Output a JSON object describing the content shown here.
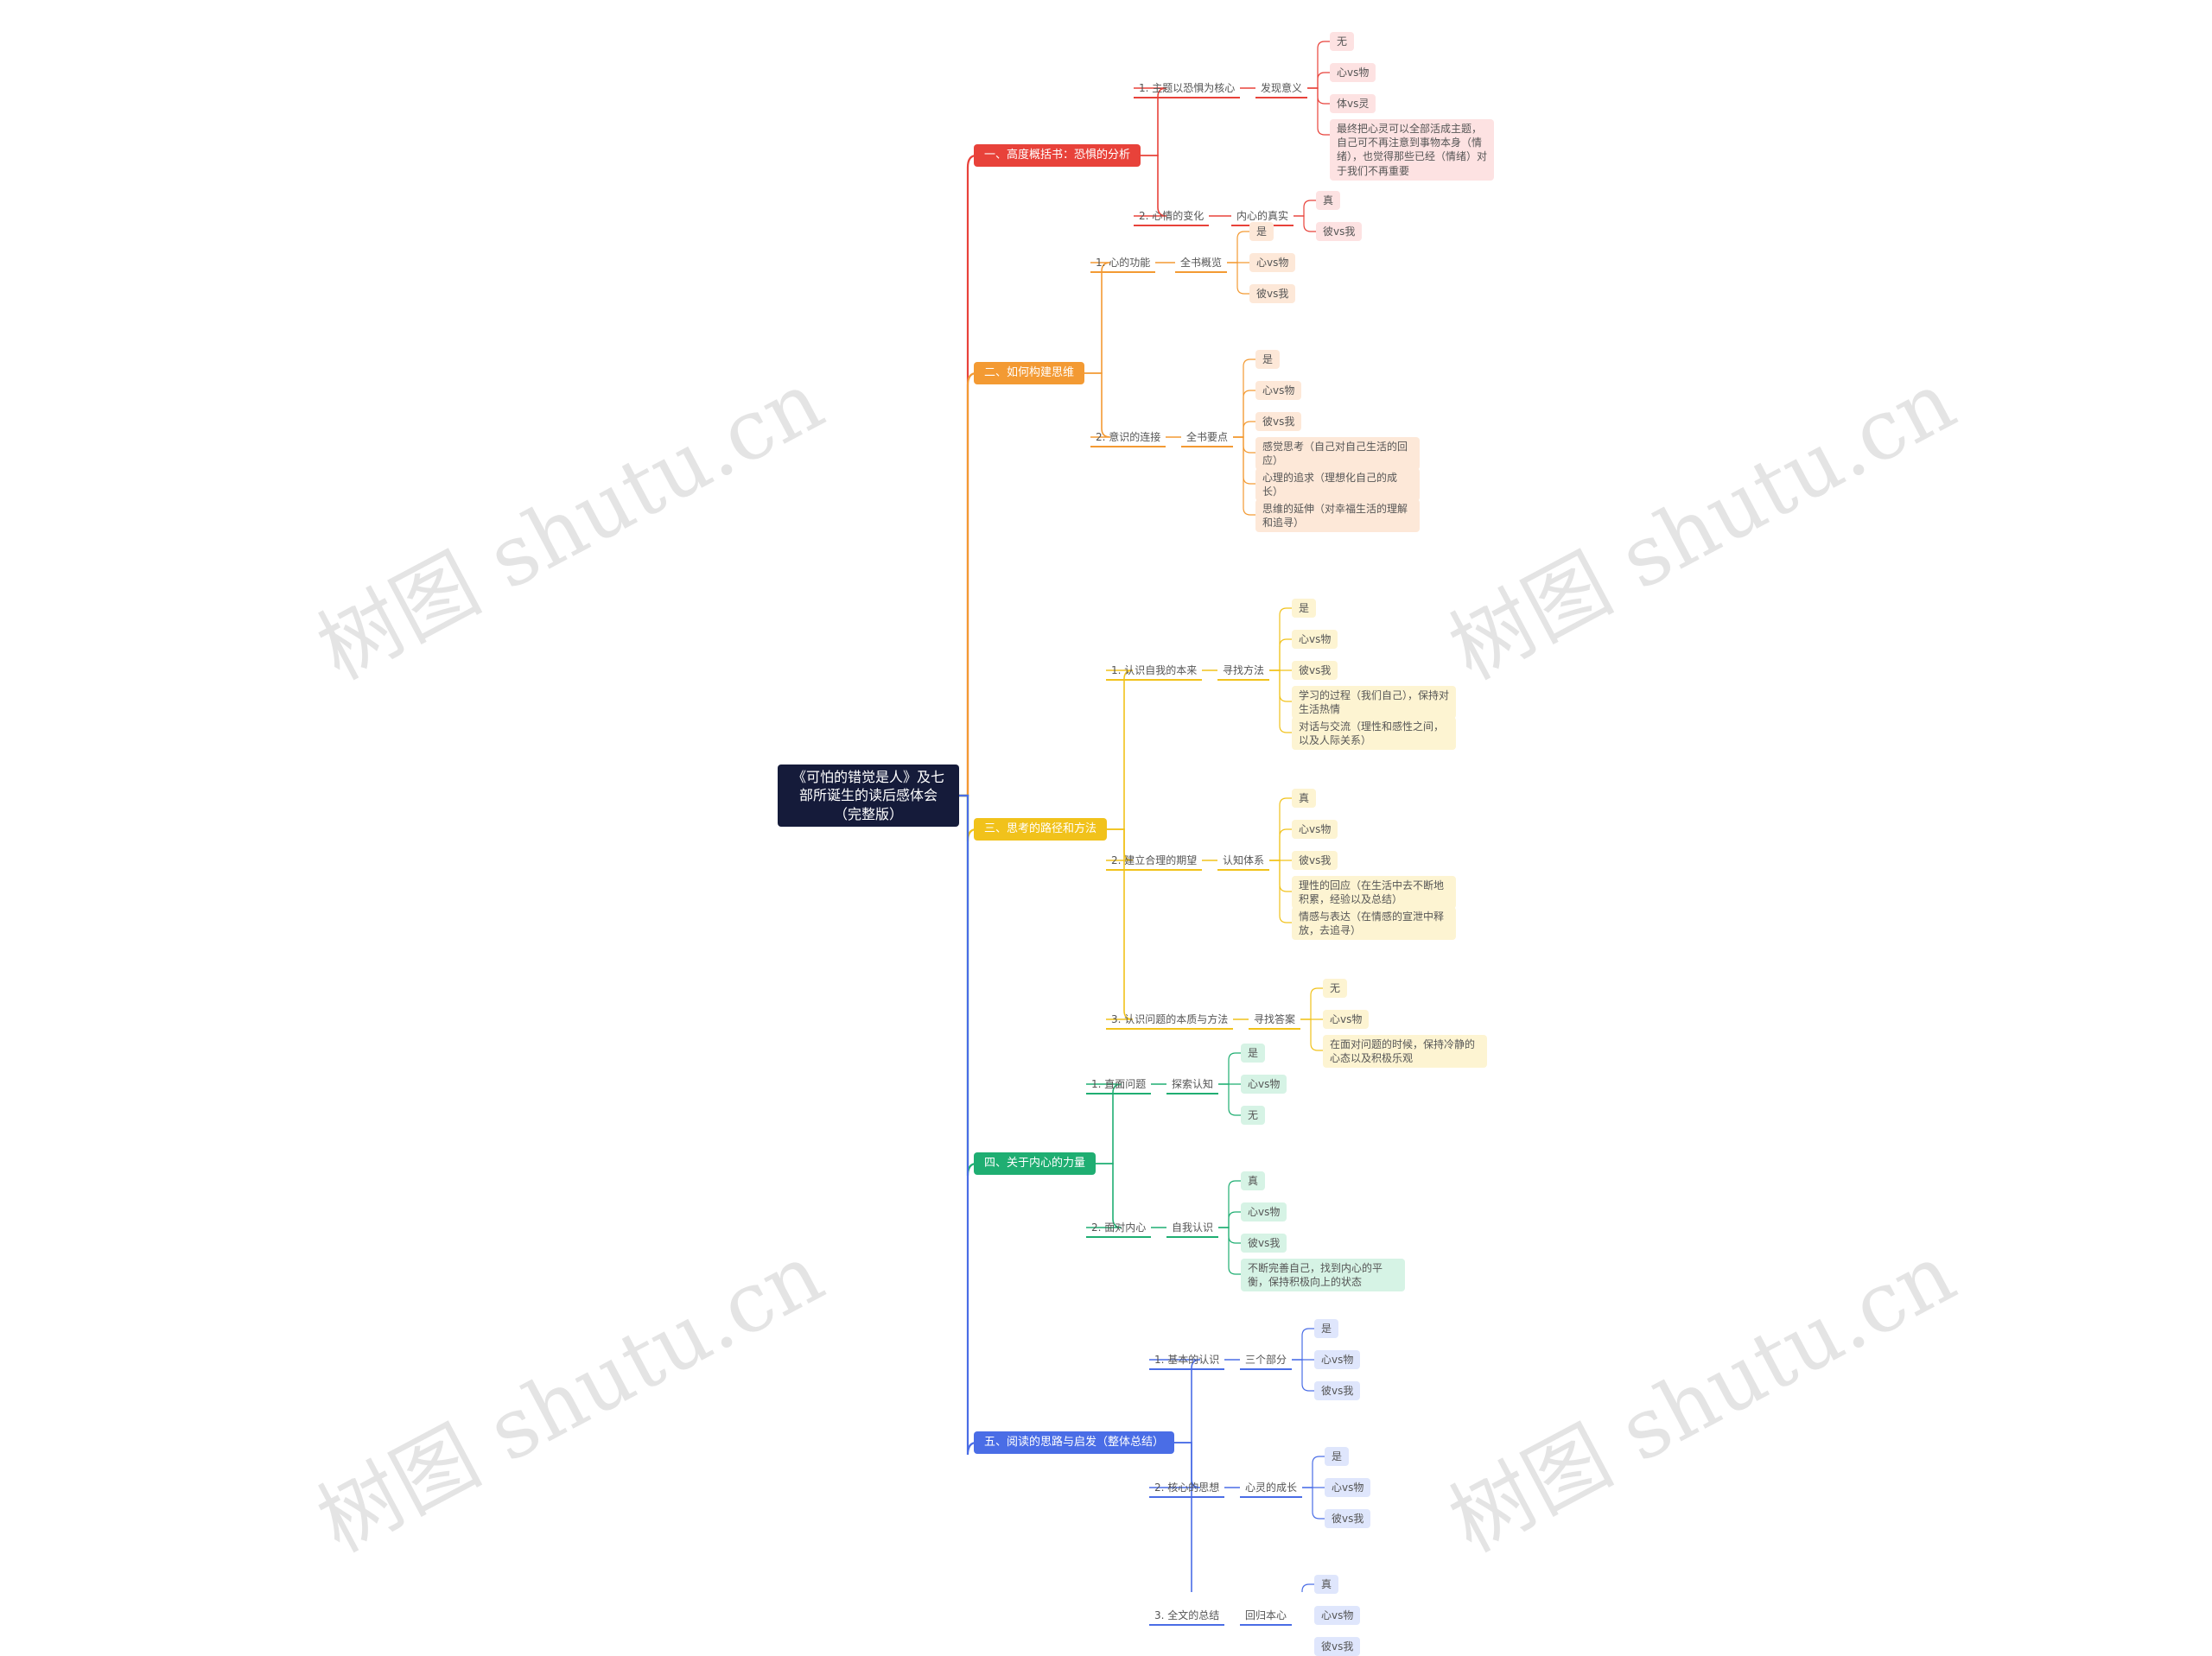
{
  "colors": {
    "root_bg": "#151b3a",
    "branches": [
      "#e8423a",
      "#f39a33",
      "#f1c21b",
      "#1fae72",
      "#4a6de6"
    ],
    "leaf_fills": [
      "#fde2e2",
      "#fde8d8",
      "#fdf4d2",
      "#d6f3e5",
      "#dfe6fc"
    ]
  },
  "watermark": "树图 shutu.cn",
  "root": "《可怕的错觉是人》及七部所诞生的读后感体会（完整版）",
  "branches": [
    {
      "label": "一、高度概括书：恐惧的分析",
      "children": [
        {
          "label": "1. 主题以恐惧为核心",
          "mid": "发现意义",
          "leaves": [
            "无",
            "心vs物",
            "体vs灵",
            "最终把心灵可以全部活成主题，自己可不再注意到事物本身（情绪），也觉得那些已经（情绪）对于我们不再重要"
          ]
        },
        {
          "label": "2. 心情的变化",
          "mid": "内心的真实",
          "leaves": [
            "真",
            "彼vs我"
          ]
        }
      ]
    },
    {
      "label": "二、如何构建思维",
      "children": [
        {
          "label": "1. 心的功能",
          "mid": "全书概览",
          "leaves": [
            "是",
            "心vs物",
            "彼vs我"
          ]
        },
        {
          "label": "2. 意识的连接",
          "mid": "全书要点",
          "leaves": [
            "是",
            "心vs物",
            "彼vs我",
            "感觉思考（自己对自己生活的回应）",
            "心理的追求（理想化自己的成长）",
            "思维的延伸（对幸福生活的理解和追寻）"
          ]
        }
      ]
    },
    {
      "label": "三、思考的路径和方法",
      "children": [
        {
          "label": "1. 认识自我的本来",
          "mid": "寻找方法",
          "leaves": [
            "是",
            "心vs物",
            "彼vs我",
            "学习的过程（我们自己），保持对生活热情",
            "对话与交流（理性和感性之间，以及人际关系）"
          ]
        },
        {
          "label": "2. 建立合理的期望",
          "mid": "认知体系",
          "leaves": [
            "真",
            "心vs物",
            "彼vs我",
            "理性的回应（在生活中去不断地积累，经验以及总结）",
            "情感与表达（在情感的宣泄中释放，去追寻）"
          ]
        },
        {
          "label": "3. 认识问题的本质与方法",
          "mid": "寻找答案",
          "leaves": [
            "无",
            "心vs物",
            "在面对问题的时候，保持冷静的心态以及积极乐观"
          ]
        }
      ]
    },
    {
      "label": "四、关于内心的力量",
      "children": [
        {
          "label": "1. 直面问题",
          "mid": "探索认知",
          "leaves": [
            "是",
            "心vs物",
            "无"
          ]
        },
        {
          "label": "2. 面对内心",
          "mid": "自我认识",
          "leaves": [
            "真",
            "心vs物",
            "彼vs我",
            "不断完善自己，找到内心的平衡，保持积极向上的状态"
          ]
        }
      ]
    },
    {
      "label": "五、阅读的思路与启发（整体总结）",
      "children": [
        {
          "label": "1. 基本的认识",
          "mid": "三个部分",
          "leaves": [
            "是",
            "心vs物",
            "彼vs我"
          ]
        },
        {
          "label": "2. 核心的思想",
          "mid": "心灵的成长",
          "leaves": [
            "是",
            "心vs物",
            "彼vs我"
          ]
        },
        {
          "label": "3. 全文的总结",
          "mid": "回归本心",
          "leaves": [
            "真",
            "心vs物",
            "彼vs我"
          ]
        }
      ]
    }
  ]
}
